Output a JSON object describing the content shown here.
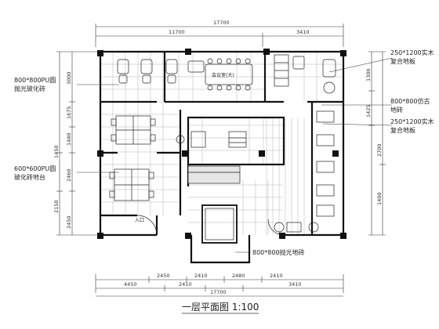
{
  "drawing": {
    "title": "一层平面图 1:100",
    "dims_top_outer": [
      "17700"
    ],
    "dims_top_inner": [
      "11700",
      "3410"
    ],
    "dims_left": [
      "3000",
      "1675",
      "1480",
      "1450",
      "2460",
      "2150",
      "2450"
    ],
    "dims_right": [
      "1300",
      "1425",
      "2700",
      "1400"
    ],
    "dims_bottom_inner": [
      "2450",
      "2410",
      "2480",
      "2410"
    ],
    "dims_bottom_outer": [
      "4450",
      "2410",
      "3410",
      "17700"
    ],
    "notes": {
      "left1_line1": "800*800PU圆",
      "left1_line2": "抛光玻化砖",
      "left2_line1": "600*600PU圆",
      "left2_line2": "玻化砖地台",
      "right1_line1": "250*1200实木",
      "right1_line2": "复合地板",
      "right2_line1": "800*800仿古",
      "right2_line2": "地砖",
      "right3_line1": "250*1200实木",
      "right3_line2": "复合地板",
      "bottom1": "800*800抛光地砖"
    },
    "rooms": {
      "meeting": "会议室(大)",
      "entry": "入口"
    }
  }
}
